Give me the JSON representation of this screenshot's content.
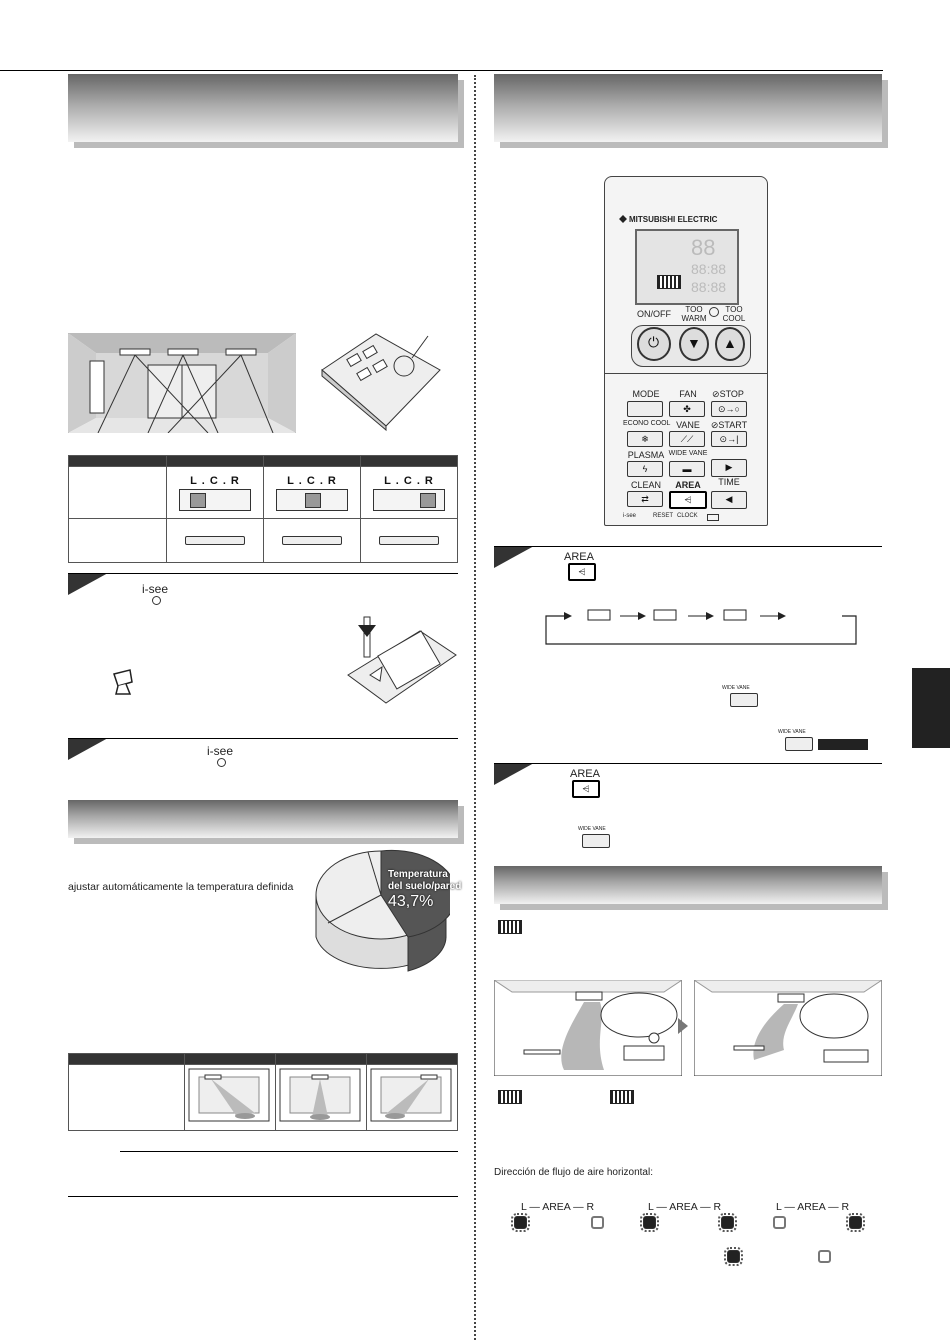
{
  "left_column": {
    "isee_label": "i-see",
    "pie": {
      "label_line1": "Temperatura",
      "label_line2": "del suelo/pared",
      "value": "43,7%"
    },
    "intro_text": "ajustar automáticamente la temperatura definida",
    "switch_label": "L . C . R"
  },
  "remote": {
    "brand": "MITSUBISHI ELECTRIC",
    "on_off": "ON/OFF",
    "too_warm": "TOO WARM",
    "too_cool": "TOO COOL",
    "buttons": {
      "mode": "MODE",
      "fan": "FAN",
      "stop": "⊘STOP",
      "econo_cool": "ECONO COOL",
      "vane": "VANE",
      "start": "⊘START",
      "plasma": "PLASMA",
      "wide_vane": "WIDE VANE",
      "clean": "CLEAN",
      "area": "AREA",
      "time": "TIME"
    },
    "bottom": {
      "isee": "i-see",
      "reset": "RESET",
      "clock": "CLOCK"
    }
  },
  "right_column": {
    "area_label": "AREA",
    "wide_vane_label": "WIDE VANE",
    "flow_caption": "Dirección de flujo de aire horizontal:",
    "led_caption": "L — AREA — R"
  },
  "colors": {
    "banner_dark": "#666666",
    "banner_light": "#f2f2f2",
    "tab": "#222222"
  }
}
